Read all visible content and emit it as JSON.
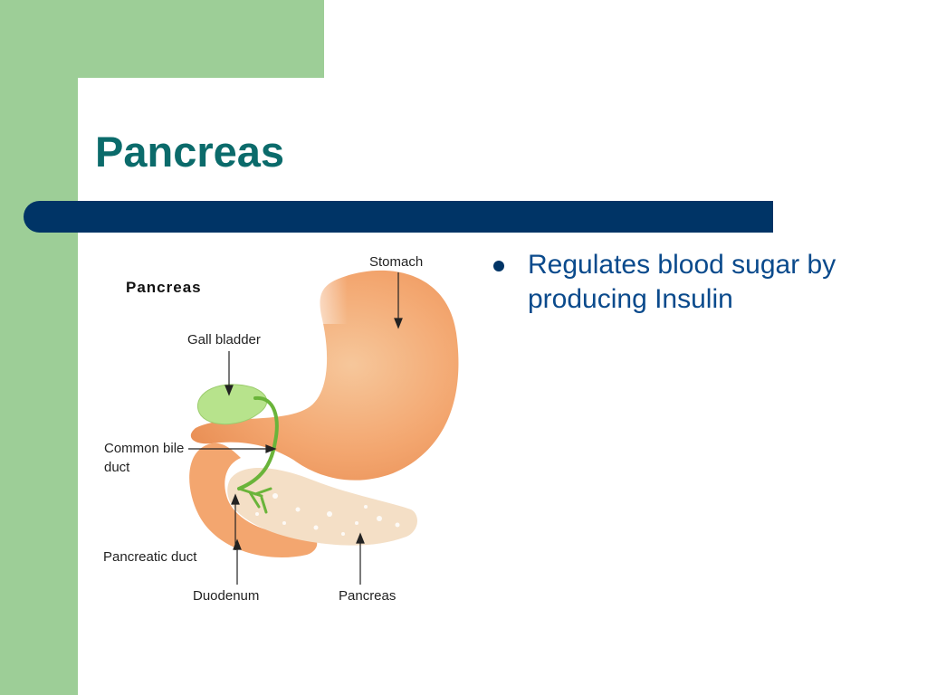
{
  "slide": {
    "title": "Pancreas",
    "bullets": [
      "Regulates blood sugar by producing Insulin"
    ]
  },
  "diagram": {
    "heading": "Pancreas",
    "labels": {
      "stomach": "Stomach",
      "gall_bladder": "Gall bladder",
      "common_bile_duct_line1": "Common bile",
      "common_bile_duct_line2": "duct",
      "pancreatic_duct": "Pancreatic duct",
      "duodenum": "Duodenum",
      "pancreas": "Pancreas"
    }
  },
  "colors": {
    "background_green": "#9dce97",
    "title_teal": "#0b6b6b",
    "bar_navy": "#003466",
    "bullet_text_blue": "#0a4a8c",
    "stomach_orange": "#f3a66f",
    "pancreas_cream": "#f4dfc6",
    "gall_bladder_green": "#b7e38c",
    "duct_green": "#6ab43a"
  }
}
